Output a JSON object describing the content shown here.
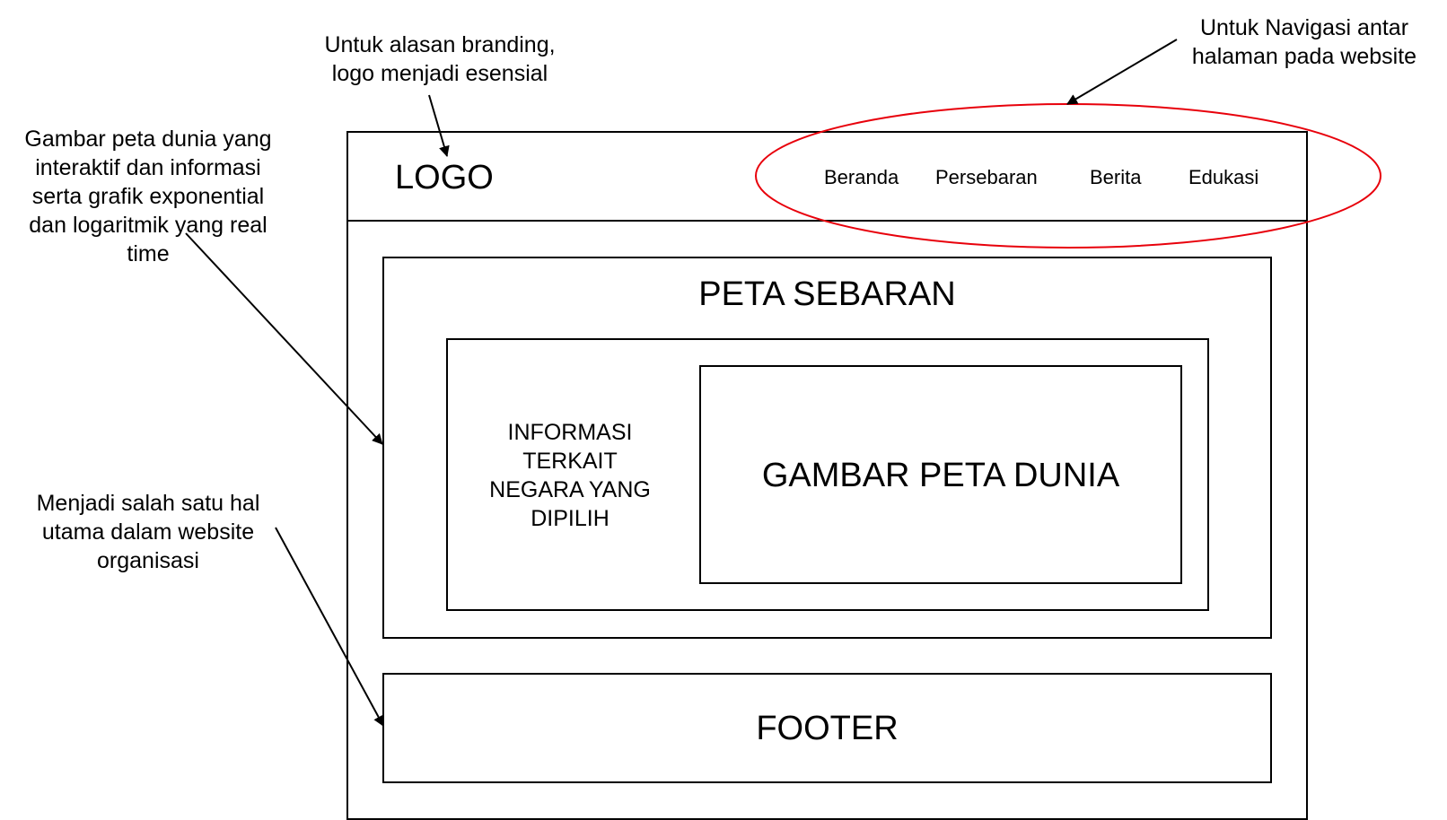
{
  "header": {
    "logo_text": "LOGO",
    "nav_items": [
      "Beranda",
      "Persebaran",
      "Berita",
      "Edukasi"
    ]
  },
  "main": {
    "section_title": "PETA SEBARAN",
    "info_lines": [
      "INFORMASI",
      "TERKAIT",
      "NEGARA YANG",
      "DIPILIH"
    ],
    "map_label": "GAMBAR PETA DUNIA"
  },
  "footer": {
    "label": "FOOTER"
  },
  "annotations": {
    "logo_note": [
      "Untuk alasan branding,",
      "logo menjadi esensial"
    ],
    "nav_note": [
      "Untuk Navigasi antar",
      "halaman pada website"
    ],
    "map_note": [
      "Gambar peta dunia yang",
      "interaktif dan informasi",
      "serta grafik exponential",
      "dan logaritmik yang real",
      "time"
    ],
    "footer_note": [
      "Menjadi salah satu hal",
      "utama dalam website",
      "organisasi"
    ]
  },
  "colors": {
    "wireframe_stroke": "#000000",
    "highlight_ellipse": "#e8000b",
    "background": "#ffffff"
  }
}
